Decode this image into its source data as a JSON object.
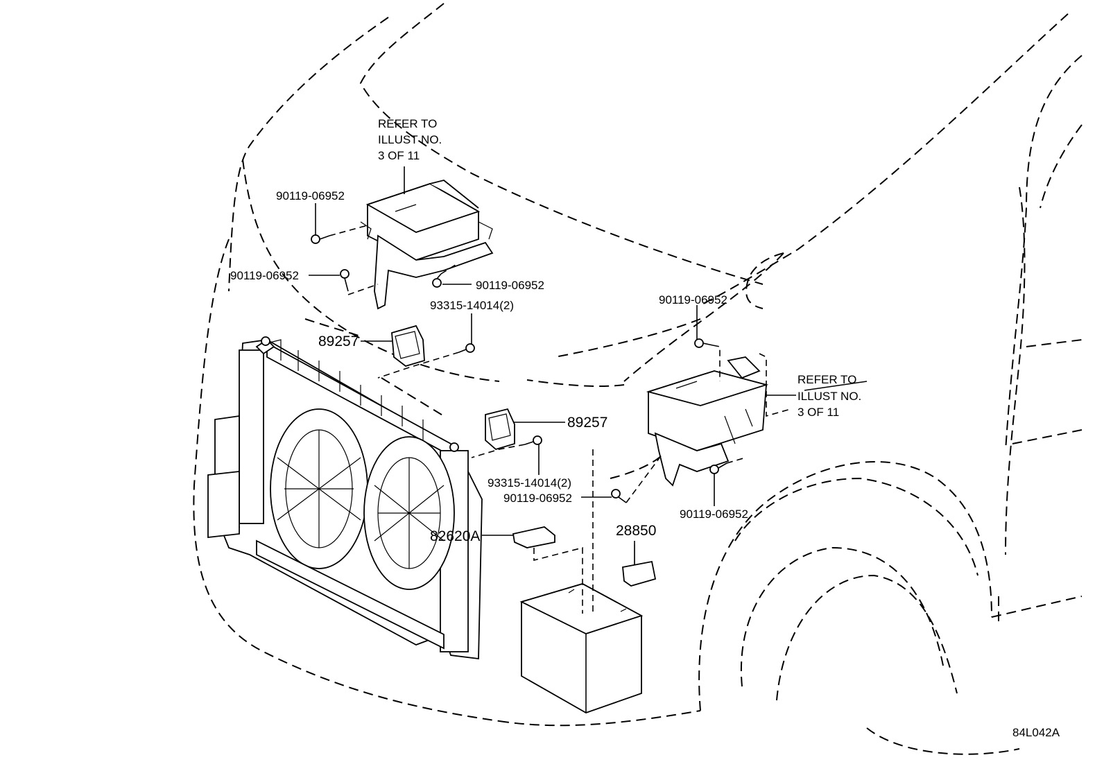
{
  "diagram": {
    "refer_top": [
      "REFER TO",
      "ILLUST NO.",
      "3 OF 11"
    ],
    "refer_right": [
      "REFER TO",
      "ILLUST NO.",
      "3 OF 11"
    ],
    "labels": {
      "p1": "90119-06952",
      "p2": "90119-06952",
      "p3": "90119-06952",
      "p4": "93315-14014(2)",
      "p5": "89257",
      "p6": "90119-06952",
      "p7": "89257",
      "p8": "93315-14014(2)",
      "p9": "90119-06952",
      "p10": "90119-06952",
      "p11": "28850",
      "p12": "82620A"
    },
    "illustration_code": "84L042A"
  }
}
